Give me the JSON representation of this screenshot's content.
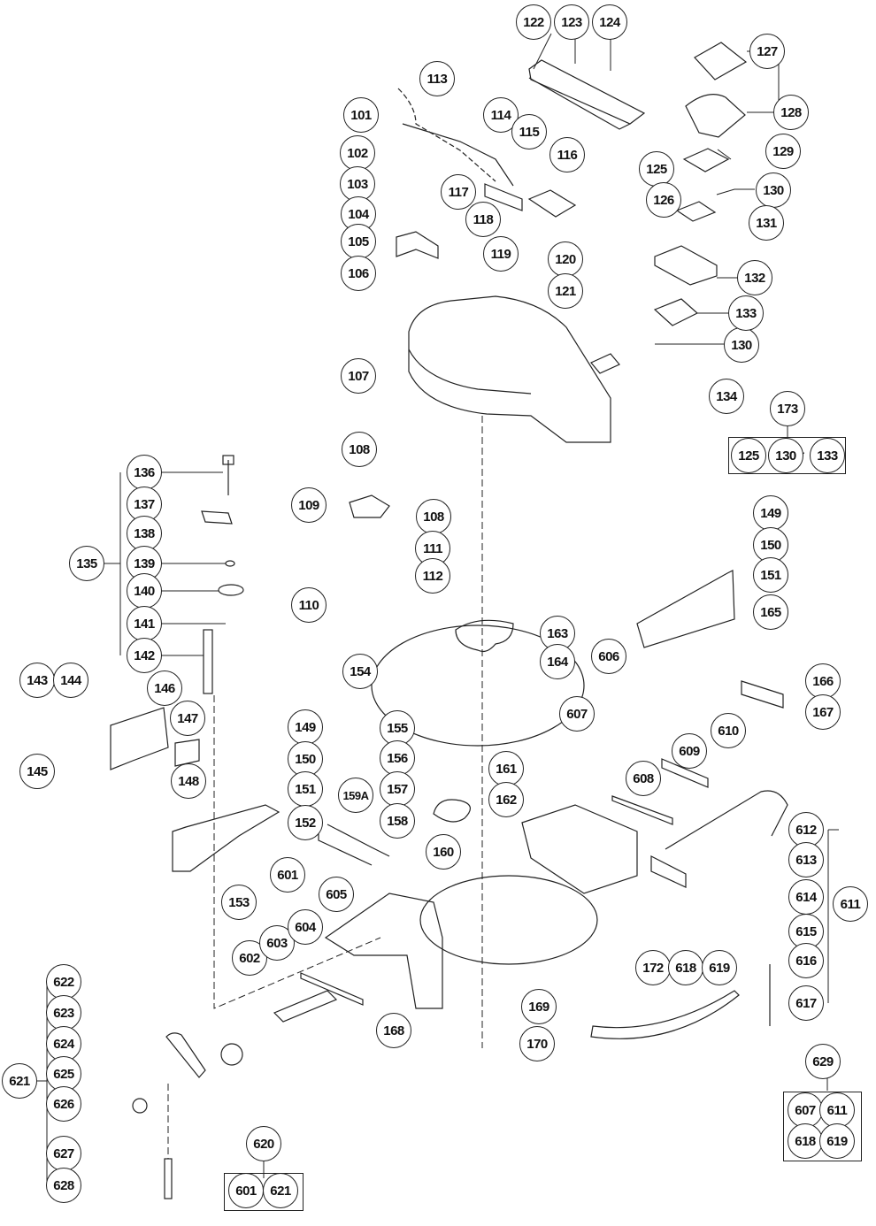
{
  "diagram": {
    "title": "",
    "type": "exploded parts diagram",
    "subject": "miter saw base and turntable assembly",
    "callouts": [
      {
        "id": "101",
        "label": "101"
      },
      {
        "id": "102",
        "label": "102"
      },
      {
        "id": "103",
        "label": "103"
      },
      {
        "id": "104",
        "label": "104"
      },
      {
        "id": "105",
        "label": "105"
      },
      {
        "id": "106",
        "label": "106"
      },
      {
        "id": "107",
        "label": "107"
      },
      {
        "id": "108a",
        "label": "108"
      },
      {
        "id": "108b",
        "label": "108"
      },
      {
        "id": "109",
        "label": "109"
      },
      {
        "id": "110",
        "label": "110"
      },
      {
        "id": "111",
        "label": "111"
      },
      {
        "id": "112",
        "label": "112"
      },
      {
        "id": "113",
        "label": "113"
      },
      {
        "id": "114",
        "label": "114"
      },
      {
        "id": "115",
        "label": "115"
      },
      {
        "id": "116",
        "label": "116"
      },
      {
        "id": "117",
        "label": "117"
      },
      {
        "id": "118",
        "label": "118"
      },
      {
        "id": "119",
        "label": "119"
      },
      {
        "id": "120",
        "label": "120"
      },
      {
        "id": "121",
        "label": "121"
      },
      {
        "id": "122",
        "label": "122"
      },
      {
        "id": "123",
        "label": "123"
      },
      {
        "id": "124",
        "label": "124"
      },
      {
        "id": "125",
        "label": "125"
      },
      {
        "id": "126",
        "label": "126"
      },
      {
        "id": "127",
        "label": "127"
      },
      {
        "id": "128",
        "label": "128"
      },
      {
        "id": "129",
        "label": "129"
      },
      {
        "id": "130a",
        "label": "130"
      },
      {
        "id": "130b",
        "label": "130"
      },
      {
        "id": "131",
        "label": "131"
      },
      {
        "id": "132",
        "label": "132"
      },
      {
        "id": "133",
        "label": "133"
      },
      {
        "id": "134",
        "label": "134"
      },
      {
        "id": "135",
        "label": "135"
      },
      {
        "id": "136",
        "label": "136"
      },
      {
        "id": "137",
        "label": "137"
      },
      {
        "id": "138",
        "label": "138"
      },
      {
        "id": "139",
        "label": "139"
      },
      {
        "id": "140",
        "label": "140"
      },
      {
        "id": "141",
        "label": "141"
      },
      {
        "id": "142",
        "label": "142"
      },
      {
        "id": "143",
        "label": "143"
      },
      {
        "id": "144",
        "label": "144"
      },
      {
        "id": "145",
        "label": "145"
      },
      {
        "id": "146",
        "label": "146"
      },
      {
        "id": "147",
        "label": "147"
      },
      {
        "id": "148",
        "label": "148"
      },
      {
        "id": "149a",
        "label": "149"
      },
      {
        "id": "150a",
        "label": "150"
      },
      {
        "id": "151a",
        "label": "151"
      },
      {
        "id": "152",
        "label": "152"
      },
      {
        "id": "153",
        "label": "153"
      },
      {
        "id": "149b",
        "label": "149"
      },
      {
        "id": "150b",
        "label": "150"
      },
      {
        "id": "151b",
        "label": "151"
      },
      {
        "id": "154",
        "label": "154"
      },
      {
        "id": "155",
        "label": "155"
      },
      {
        "id": "156",
        "label": "156"
      },
      {
        "id": "157",
        "label": "157"
      },
      {
        "id": "158",
        "label": "158"
      },
      {
        "id": "159A",
        "label": "159A"
      },
      {
        "id": "160",
        "label": "160"
      },
      {
        "id": "161",
        "label": "161"
      },
      {
        "id": "162",
        "label": "162"
      },
      {
        "id": "163",
        "label": "163"
      },
      {
        "id": "164",
        "label": "164"
      },
      {
        "id": "165",
        "label": "165"
      },
      {
        "id": "166",
        "label": "166"
      },
      {
        "id": "167",
        "label": "167"
      },
      {
        "id": "168",
        "label": "168"
      },
      {
        "id": "169",
        "label": "169"
      },
      {
        "id": "170",
        "label": "170"
      },
      {
        "id": "172",
        "label": "172"
      },
      {
        "id": "173",
        "label": "173"
      },
      {
        "id": "601",
        "label": "601"
      },
      {
        "id": "602",
        "label": "602"
      },
      {
        "id": "603",
        "label": "603"
      },
      {
        "id": "604",
        "label": "604"
      },
      {
        "id": "605",
        "label": "605"
      },
      {
        "id": "606",
        "label": "606"
      },
      {
        "id": "607",
        "label": "607"
      },
      {
        "id": "608",
        "label": "608"
      },
      {
        "id": "609",
        "label": "609"
      },
      {
        "id": "610",
        "label": "610"
      },
      {
        "id": "611",
        "label": "611"
      },
      {
        "id": "612",
        "label": "612"
      },
      {
        "id": "613",
        "label": "613"
      },
      {
        "id": "614",
        "label": "614"
      },
      {
        "id": "615",
        "label": "615"
      },
      {
        "id": "616",
        "label": "616"
      },
      {
        "id": "617",
        "label": "617"
      },
      {
        "id": "618",
        "label": "618"
      },
      {
        "id": "619",
        "label": "619"
      },
      {
        "id": "620",
        "label": "620"
      },
      {
        "id": "621",
        "label": "621"
      },
      {
        "id": "622",
        "label": "622"
      },
      {
        "id": "623",
        "label": "623"
      },
      {
        "id": "624",
        "label": "624"
      },
      {
        "id": "625",
        "label": "625"
      },
      {
        "id": "626",
        "label": "626"
      },
      {
        "id": "627",
        "label": "627"
      },
      {
        "id": "628",
        "label": "628"
      },
      {
        "id": "629",
        "label": "629"
      }
    ],
    "kits": [
      {
        "id": "173",
        "label": "173",
        "contents": [
          "125",
          "130",
          "133"
        ],
        "range_symbol": "~",
        "note": "125, 130 through 133"
      },
      {
        "id": "620",
        "label": "620",
        "contents": [
          "601",
          "621"
        ]
      },
      {
        "id": "629",
        "label": "629",
        "contents": [
          "607",
          "611",
          "618",
          "619"
        ]
      }
    ]
  }
}
